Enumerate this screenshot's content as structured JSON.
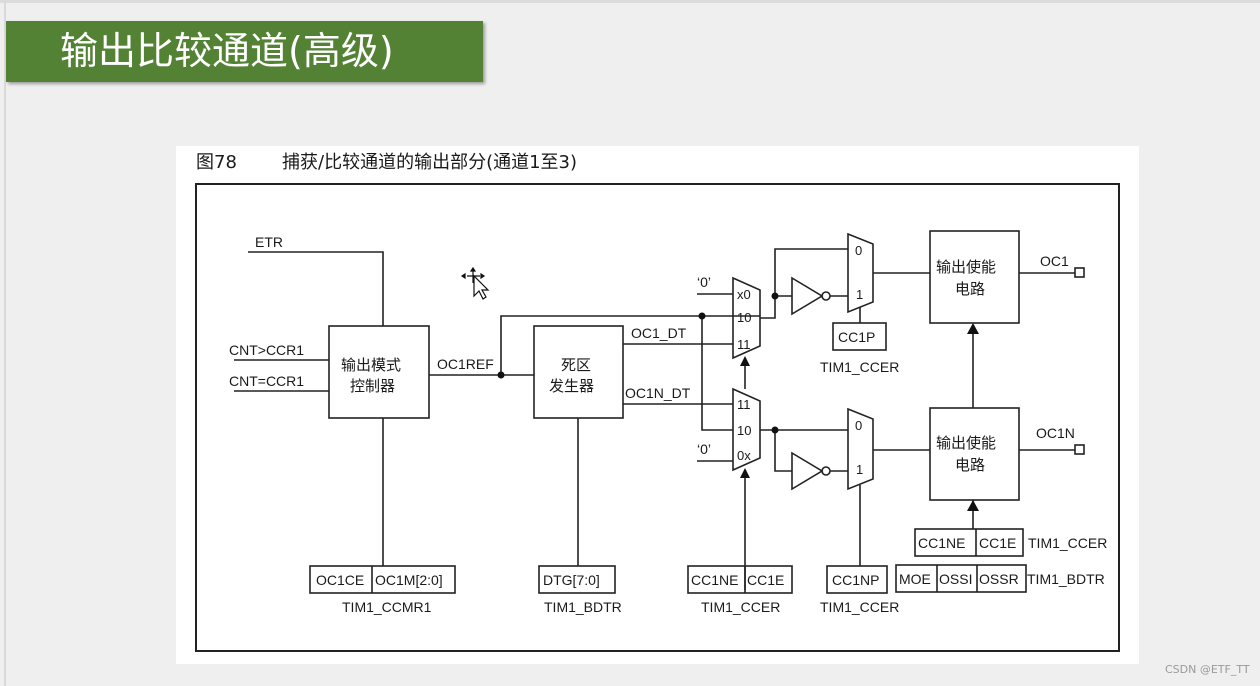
{
  "slide": {
    "title": "输出比较通道(高级)",
    "watermark": "CSDN @ETF_TT"
  },
  "figure": {
    "number": "图78",
    "caption": "捕获/比较通道的输出部分(通道1至3)"
  },
  "diagram": {
    "inputs": {
      "etr": "ETR",
      "cnt_gt": "CNT>CCR1",
      "cnt_eq": "CNT=CCR1",
      "zero_top": "‘0’",
      "zero_bottom": "‘0’"
    },
    "blocks": {
      "mode_ctrl_line1": "输出模式",
      "mode_ctrl_line2": "控制器",
      "deadtime_line1": "死区",
      "deadtime_line2": "发生器",
      "oe_top_line1": "输出使能",
      "oe_top_line2": "电路",
      "oe_bottom_line1": "输出使能",
      "oe_bottom_line2": "电路"
    },
    "signals": {
      "oc1ref": "OC1REF",
      "oc1_dt": "OC1_DT",
      "oc1n_dt": "OC1N_DT",
      "oc1": "OC1",
      "oc1n": "OC1N"
    },
    "mux_top": {
      "inputs": [
        "x0",
        "10",
        "11"
      ]
    },
    "mux_bottom": {
      "inputs": [
        "11",
        "10",
        "0x"
      ]
    },
    "pol_mux_top": {
      "inputs": [
        "0",
        "1"
      ]
    },
    "pol_mux_bottom": {
      "inputs": [
        "0",
        "1"
      ]
    },
    "registers": {
      "ccmr1": {
        "fields": [
          "OC1CE",
          "OC1M[2:0]"
        ],
        "name": "TIM1_CCMR1"
      },
      "bdtr_dtg": {
        "fields": [
          "DTG[7:0]"
        ],
        "name": "TIM1_BDTR"
      },
      "ccer_mux": {
        "fields": [
          "CC1NE",
          "CC1E"
        ],
        "name": "TIM1_CCER"
      },
      "ccer_cc1p": {
        "fields": [
          "CC1P"
        ],
        "name": "TIM1_CCER"
      },
      "ccer_cc1np": {
        "fields": [
          "CC1NP"
        ],
        "name": "TIM1_CCER"
      },
      "ccer_oe": {
        "fields": [
          "CC1NE",
          "CC1E"
        ],
        "name": "TIM1_CCER"
      },
      "bdtr_oe": {
        "fields": [
          "MOE",
          "OSSI",
          "OSSR"
        ],
        "name": "TIM1_BDTR"
      }
    }
  }
}
